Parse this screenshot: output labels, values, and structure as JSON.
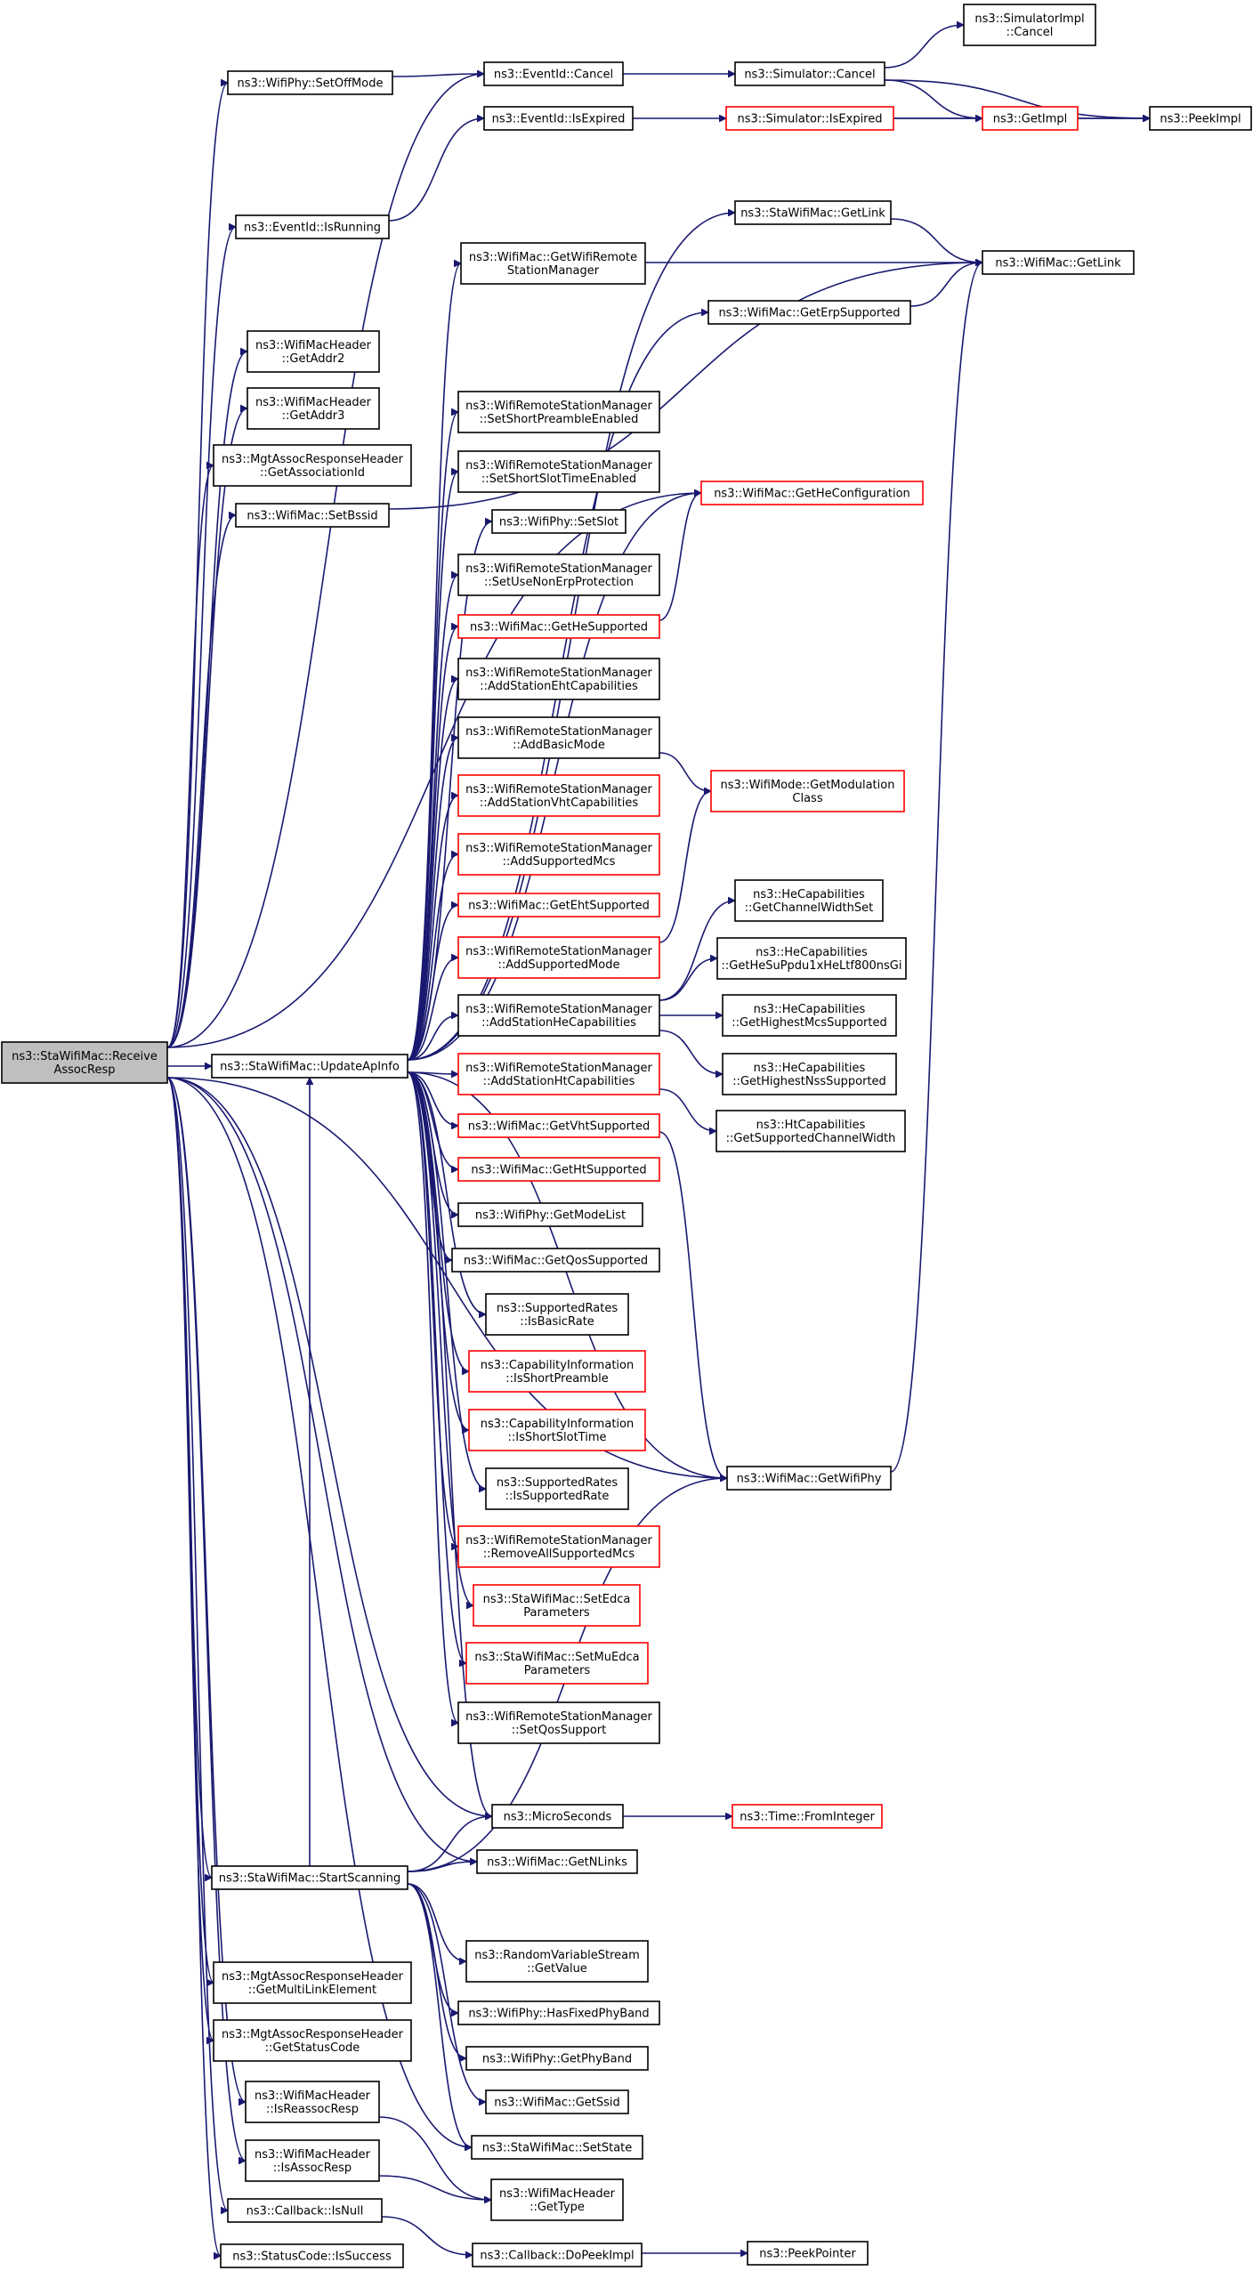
{
  "nodes": [
    {
      "id": "root",
      "lines": [
        "ns3::StaWifiMac::Receive",
        "AssocResp"
      ],
      "style": "root"
    },
    {
      "id": "setOffMode",
      "lines": [
        "ns3::WifiPhy::SetOffMode"
      ],
      "style": "normal"
    },
    {
      "id": "eventCancel",
      "lines": [
        "ns3::EventId::Cancel"
      ],
      "style": "normal"
    },
    {
      "id": "simCancel",
      "lines": [
        "ns3::Simulator::Cancel"
      ],
      "style": "normal"
    },
    {
      "id": "simImplCancel",
      "lines": [
        "ns3::SimulatorImpl",
        "::Cancel"
      ],
      "style": "normal"
    },
    {
      "id": "getImpl",
      "lines": [
        "ns3::GetImpl"
      ],
      "style": "red"
    },
    {
      "id": "peekImpl",
      "lines": [
        "ns3::PeekImpl"
      ],
      "style": "normal"
    },
    {
      "id": "eventIsExpired",
      "lines": [
        "ns3::EventId::IsExpired"
      ],
      "style": "normal"
    },
    {
      "id": "simIsExpired",
      "lines": [
        "ns3::Simulator::IsExpired"
      ],
      "style": "red"
    },
    {
      "id": "eventIsRunning",
      "lines": [
        "ns3::EventId::IsRunning"
      ],
      "style": "normal"
    },
    {
      "id": "staGetLink",
      "lines": [
        "ns3::StaWifiMac::GetLink"
      ],
      "style": "normal"
    },
    {
      "id": "wifiGetLink",
      "lines": [
        "ns3::WifiMac::GetLink"
      ],
      "style": "normal"
    },
    {
      "id": "getRsm",
      "lines": [
        "ns3::WifiMac::GetWifiRemote",
        "StationManager"
      ],
      "style": "normal"
    },
    {
      "id": "getErp",
      "lines": [
        "ns3::WifiMac::GetErpSupported"
      ],
      "style": "normal"
    },
    {
      "id": "getAddr2",
      "lines": [
        "ns3::WifiMacHeader",
        "::GetAddr2"
      ],
      "style": "normal"
    },
    {
      "id": "getAddr3",
      "lines": [
        "ns3::WifiMacHeader",
        "::GetAddr3"
      ],
      "style": "normal"
    },
    {
      "id": "getAssocId",
      "lines": [
        "ns3::MgtAssocResponseHeader",
        "::GetAssociationId"
      ],
      "style": "normal"
    },
    {
      "id": "setBssid",
      "lines": [
        "ns3::WifiMac::SetBssid"
      ],
      "style": "normal"
    },
    {
      "id": "setShortPreamble",
      "lines": [
        "ns3::WifiRemoteStationManager",
        "::SetShortPreambleEnabled"
      ],
      "style": "normal"
    },
    {
      "id": "setShortSlot",
      "lines": [
        "ns3::WifiRemoteStationManager",
        "::SetShortSlotTimeEnabled"
      ],
      "style": "normal"
    },
    {
      "id": "getHeConfig",
      "lines": [
        "ns3::WifiMac::GetHeConfiguration"
      ],
      "style": "red"
    },
    {
      "id": "setSlot",
      "lines": [
        "ns3::WifiPhy::SetSlot"
      ],
      "style": "normal"
    },
    {
      "id": "setUseNonErp",
      "lines": [
        "ns3::WifiRemoteStationManager",
        "::SetUseNonErpProtection"
      ],
      "style": "normal"
    },
    {
      "id": "getHeSupported",
      "lines": [
        "ns3::WifiMac::GetHeSupported"
      ],
      "style": "red"
    },
    {
      "id": "addEht",
      "lines": [
        "ns3::WifiRemoteStationManager",
        "::AddStationEhtCapabilities"
      ],
      "style": "normal"
    },
    {
      "id": "addBasicMode",
      "lines": [
        "ns3::WifiRemoteStationManager",
        "::AddBasicMode"
      ],
      "style": "normal"
    },
    {
      "id": "getModClass",
      "lines": [
        "ns3::WifiMode::GetModulation",
        "Class"
      ],
      "style": "red"
    },
    {
      "id": "addVht",
      "lines": [
        "ns3::WifiRemoteStationManager",
        "::AddStationVhtCapabilities"
      ],
      "style": "red"
    },
    {
      "id": "addSupMcs",
      "lines": [
        "ns3::WifiRemoteStationManager",
        "::AddSupportedMcs"
      ],
      "style": "red"
    },
    {
      "id": "getEhtSupported",
      "lines": [
        "ns3::WifiMac::GetEhtSupported"
      ],
      "style": "red"
    },
    {
      "id": "heChanWidth",
      "lines": [
        "ns3::HeCapabilities",
        "::GetChannelWidthSet"
      ],
      "style": "normal"
    },
    {
      "id": "addSupMode",
      "lines": [
        "ns3::WifiRemoteStationManager",
        "::AddSupportedMode"
      ],
      "style": "red"
    },
    {
      "id": "heSuPpdu",
      "lines": [
        "ns3::HeCapabilities",
        "::GetHeSuPpdu1xHeLtf800nsGi"
      ],
      "style": "normal"
    },
    {
      "id": "addHe",
      "lines": [
        "ns3::WifiRemoteStationManager",
        "::AddStationHeCapabilities"
      ],
      "style": "normal"
    },
    {
      "id": "heHighMcs",
      "lines": [
        "ns3::HeCapabilities",
        "::GetHighestMcsSupported"
      ],
      "style": "normal"
    },
    {
      "id": "updateApInfo",
      "lines": [
        "ns3::StaWifiMac::UpdateApInfo"
      ],
      "style": "normal"
    },
    {
      "id": "addHt",
      "lines": [
        "ns3::WifiRemoteStationManager",
        "::AddStationHtCapabilities"
      ],
      "style": "red"
    },
    {
      "id": "heHighNss",
      "lines": [
        "ns3::HeCapabilities",
        "::GetHighestNssSupported"
      ],
      "style": "normal"
    },
    {
      "id": "getVht",
      "lines": [
        "ns3::WifiMac::GetVhtSupported"
      ],
      "style": "red"
    },
    {
      "id": "htChanWidth",
      "lines": [
        "ns3::HtCapabilities",
        "::GetSupportedChannelWidth"
      ],
      "style": "normal"
    },
    {
      "id": "getHt",
      "lines": [
        "ns3::WifiMac::GetHtSupported"
      ],
      "style": "red"
    },
    {
      "id": "getModeList",
      "lines": [
        "ns3::WifiPhy::GetModeList"
      ],
      "style": "normal"
    },
    {
      "id": "getQos",
      "lines": [
        "ns3::WifiMac::GetQosSupported"
      ],
      "style": "normal"
    },
    {
      "id": "isBasicRate",
      "lines": [
        "ns3::SupportedRates",
        "::IsBasicRate"
      ],
      "style": "normal"
    },
    {
      "id": "isShortPreamble",
      "lines": [
        "ns3::CapabilityInformation",
        "::IsShortPreamble"
      ],
      "style": "red"
    },
    {
      "id": "isShortSlot",
      "lines": [
        "ns3::CapabilityInformation",
        "::IsShortSlotTime"
      ],
      "style": "red"
    },
    {
      "id": "isSupRate",
      "lines": [
        "ns3::SupportedRates",
        "::IsSupportedRate"
      ],
      "style": "normal"
    },
    {
      "id": "getWifiPhy",
      "lines": [
        "ns3::WifiMac::GetWifiPhy"
      ],
      "style": "normal"
    },
    {
      "id": "removeAllMcs",
      "lines": [
        "ns3::WifiRemoteStationManager",
        "::RemoveAllSupportedMcs"
      ],
      "style": "red"
    },
    {
      "id": "setEdca",
      "lines": [
        "ns3::StaWifiMac::SetEdca",
        "Parameters"
      ],
      "style": "red"
    },
    {
      "id": "setMuEdca",
      "lines": [
        "ns3::StaWifiMac::SetMuEdca",
        "Parameters"
      ],
      "style": "red"
    },
    {
      "id": "setQos",
      "lines": [
        "ns3::WifiRemoteStationManager",
        "::SetQosSupport"
      ],
      "style": "normal"
    },
    {
      "id": "microSeconds",
      "lines": [
        "ns3::MicroSeconds"
      ],
      "style": "normal"
    },
    {
      "id": "fromInteger",
      "lines": [
        "ns3::Time::FromInteger"
      ],
      "style": "red"
    },
    {
      "id": "getNLinks",
      "lines": [
        "ns3::WifiMac::GetNLinks"
      ],
      "style": "normal"
    },
    {
      "id": "startScanning",
      "lines": [
        "ns3::StaWifiMac::StartScanning"
      ],
      "style": "normal"
    },
    {
      "id": "getValue",
      "lines": [
        "ns3::RandomVariableStream",
        "::GetValue"
      ],
      "style": "normal"
    },
    {
      "id": "getMultiLink",
      "lines": [
        "ns3::MgtAssocResponseHeader",
        "::GetMultiLinkElement"
      ],
      "style": "normal"
    },
    {
      "id": "hasFixedBand",
      "lines": [
        "ns3::WifiPhy::HasFixedPhyBand"
      ],
      "style": "normal"
    },
    {
      "id": "getStatusCode",
      "lines": [
        "ns3::MgtAssocResponseHeader",
        "::GetStatusCode"
      ],
      "style": "normal"
    },
    {
      "id": "getPhyBand",
      "lines": [
        "ns3::WifiPhy::GetPhyBand"
      ],
      "style": "normal"
    },
    {
      "id": "isReassoc",
      "lines": [
        "ns3::WifiMacHeader",
        "::IsReassocResp"
      ],
      "style": "normal"
    },
    {
      "id": "getSsid",
      "lines": [
        "ns3::WifiMac::GetSsid"
      ],
      "style": "normal"
    },
    {
      "id": "setState",
      "lines": [
        "ns3::StaWifiMac::SetState"
      ],
      "style": "normal"
    },
    {
      "id": "isAssoc",
      "lines": [
        "ns3::WifiMacHeader",
        "::IsAssocResp"
      ],
      "style": "normal"
    },
    {
      "id": "getType",
      "lines": [
        "ns3::WifiMacHeader",
        "::GetType"
      ],
      "style": "normal"
    },
    {
      "id": "isNull",
      "lines": [
        "ns3::Callback::IsNull"
      ],
      "style": "normal"
    },
    {
      "id": "isSuccess",
      "lines": [
        "ns3::StatusCode::IsSuccess"
      ],
      "style": "normal"
    },
    {
      "id": "doPeekImpl",
      "lines": [
        "ns3::Callback::DoPeekImpl"
      ],
      "style": "normal"
    },
    {
      "id": "peekPointer",
      "lines": [
        "ns3::PeekPointer"
      ],
      "style": "normal"
    }
  ],
  "edges": [
    [
      "root",
      "setOffMode"
    ],
    [
      "root",
      "eventCancel"
    ],
    [
      "root",
      "eventIsRunning"
    ],
    [
      "root",
      "getAddr2"
    ],
    [
      "root",
      "getAddr3"
    ],
    [
      "root",
      "getAssocId"
    ],
    [
      "root",
      "setBssid"
    ],
    [
      "root",
      "getHeConfig"
    ],
    [
      "root",
      "updateApInfo"
    ],
    [
      "root",
      "microSeconds"
    ],
    [
      "root",
      "getNLinks"
    ],
    [
      "root",
      "startScanning"
    ],
    [
      "root",
      "getMultiLink"
    ],
    [
      "root",
      "getStatusCode"
    ],
    [
      "root",
      "isReassoc"
    ],
    [
      "root",
      "setState"
    ],
    [
      "root",
      "isAssoc"
    ],
    [
      "root",
      "isNull"
    ],
    [
      "root",
      "isSuccess"
    ],
    [
      "root",
      "getWifiPhy"
    ],
    [
      "setOffMode",
      "eventCancel"
    ],
    [
      "eventCancel",
      "simCancel"
    ],
    [
      "simCancel",
      "simImplCancel"
    ],
    [
      "simCancel",
      "getImpl"
    ],
    [
      "simCancel",
      "peekImpl"
    ],
    [
      "getImpl",
      "peekImpl"
    ],
    [
      "eventIsRunning",
      "eventIsExpired"
    ],
    [
      "eventIsExpired",
      "simIsExpired"
    ],
    [
      "simIsExpired",
      "getImpl"
    ],
    [
      "simIsExpired",
      "peekImpl"
    ],
    [
      "setBssid",
      "wifiGetLink"
    ],
    [
      "staGetLink",
      "wifiGetLink"
    ],
    [
      "getRsm",
      "wifiGetLink"
    ],
    [
      "getErp",
      "wifiGetLink"
    ],
    [
      "getWifiPhy",
      "wifiGetLink"
    ],
    [
      "getHeSupported",
      "getHeConfig"
    ],
    [
      "addBasicMode",
      "getModClass"
    ],
    [
      "addSupMode",
      "getModClass"
    ],
    [
      "addHe",
      "heChanWidth"
    ],
    [
      "addHe",
      "heSuPpdu"
    ],
    [
      "addHe",
      "heHighMcs"
    ],
    [
      "addHe",
      "heHighNss"
    ],
    [
      "addHt",
      "htChanWidth"
    ],
    [
      "getVht",
      "getWifiPhy"
    ],
    [
      "microSeconds",
      "fromInteger"
    ],
    [
      "updateApInfo",
      "staGetLink"
    ],
    [
      "updateApInfo",
      "getRsm"
    ],
    [
      "updateApInfo",
      "getErp"
    ],
    [
      "updateApInfo",
      "getHeConfig"
    ],
    [
      "updateApInfo",
      "setShortPreamble"
    ],
    [
      "updateApInfo",
      "setShortSlot"
    ],
    [
      "updateApInfo",
      "setSlot"
    ],
    [
      "updateApInfo",
      "setUseNonErp"
    ],
    [
      "updateApInfo",
      "getHeSupported"
    ],
    [
      "updateApInfo",
      "addEht"
    ],
    [
      "updateApInfo",
      "addBasicMode"
    ],
    [
      "updateApInfo",
      "addVht"
    ],
    [
      "updateApInfo",
      "addSupMcs"
    ],
    [
      "updateApInfo",
      "getEhtSupported"
    ],
    [
      "updateApInfo",
      "addSupMode"
    ],
    [
      "updateApInfo",
      "addHe"
    ],
    [
      "updateApInfo",
      "addHt"
    ],
    [
      "updateApInfo",
      "getVht"
    ],
    [
      "updateApInfo",
      "getHt"
    ],
    [
      "updateApInfo",
      "getModeList"
    ],
    [
      "updateApInfo",
      "getQos"
    ],
    [
      "updateApInfo",
      "isBasicRate"
    ],
    [
      "updateApInfo",
      "isShortPreamble"
    ],
    [
      "updateApInfo",
      "isShortSlot"
    ],
    [
      "updateApInfo",
      "isSupRate"
    ],
    [
      "updateApInfo",
      "removeAllMcs"
    ],
    [
      "updateApInfo",
      "setEdca"
    ],
    [
      "updateApInfo",
      "setMuEdca"
    ],
    [
      "updateApInfo",
      "setQos"
    ],
    [
      "updateApInfo",
      "getWifiPhy"
    ],
    [
      "updateApInfo",
      "microSeconds"
    ],
    [
      "startScanning",
      "microSeconds"
    ],
    [
      "startScanning",
      "getNLinks"
    ],
    [
      "startScanning",
      "getWifiPhy"
    ],
    [
      "startScanning",
      "getValue"
    ],
    [
      "startScanning",
      "hasFixedBand"
    ],
    [
      "startScanning",
      "getPhyBand"
    ],
    [
      "startScanning",
      "getSsid"
    ],
    [
      "startScanning",
      "setState"
    ],
    [
      "startScanning",
      "updateApInfo"
    ],
    [
      "isReassoc",
      "getType"
    ],
    [
      "isAssoc",
      "getType"
    ],
    [
      "isNull",
      "doPeekImpl"
    ],
    [
      "doPeekImpl",
      "peekPointer"
    ]
  ]
}
